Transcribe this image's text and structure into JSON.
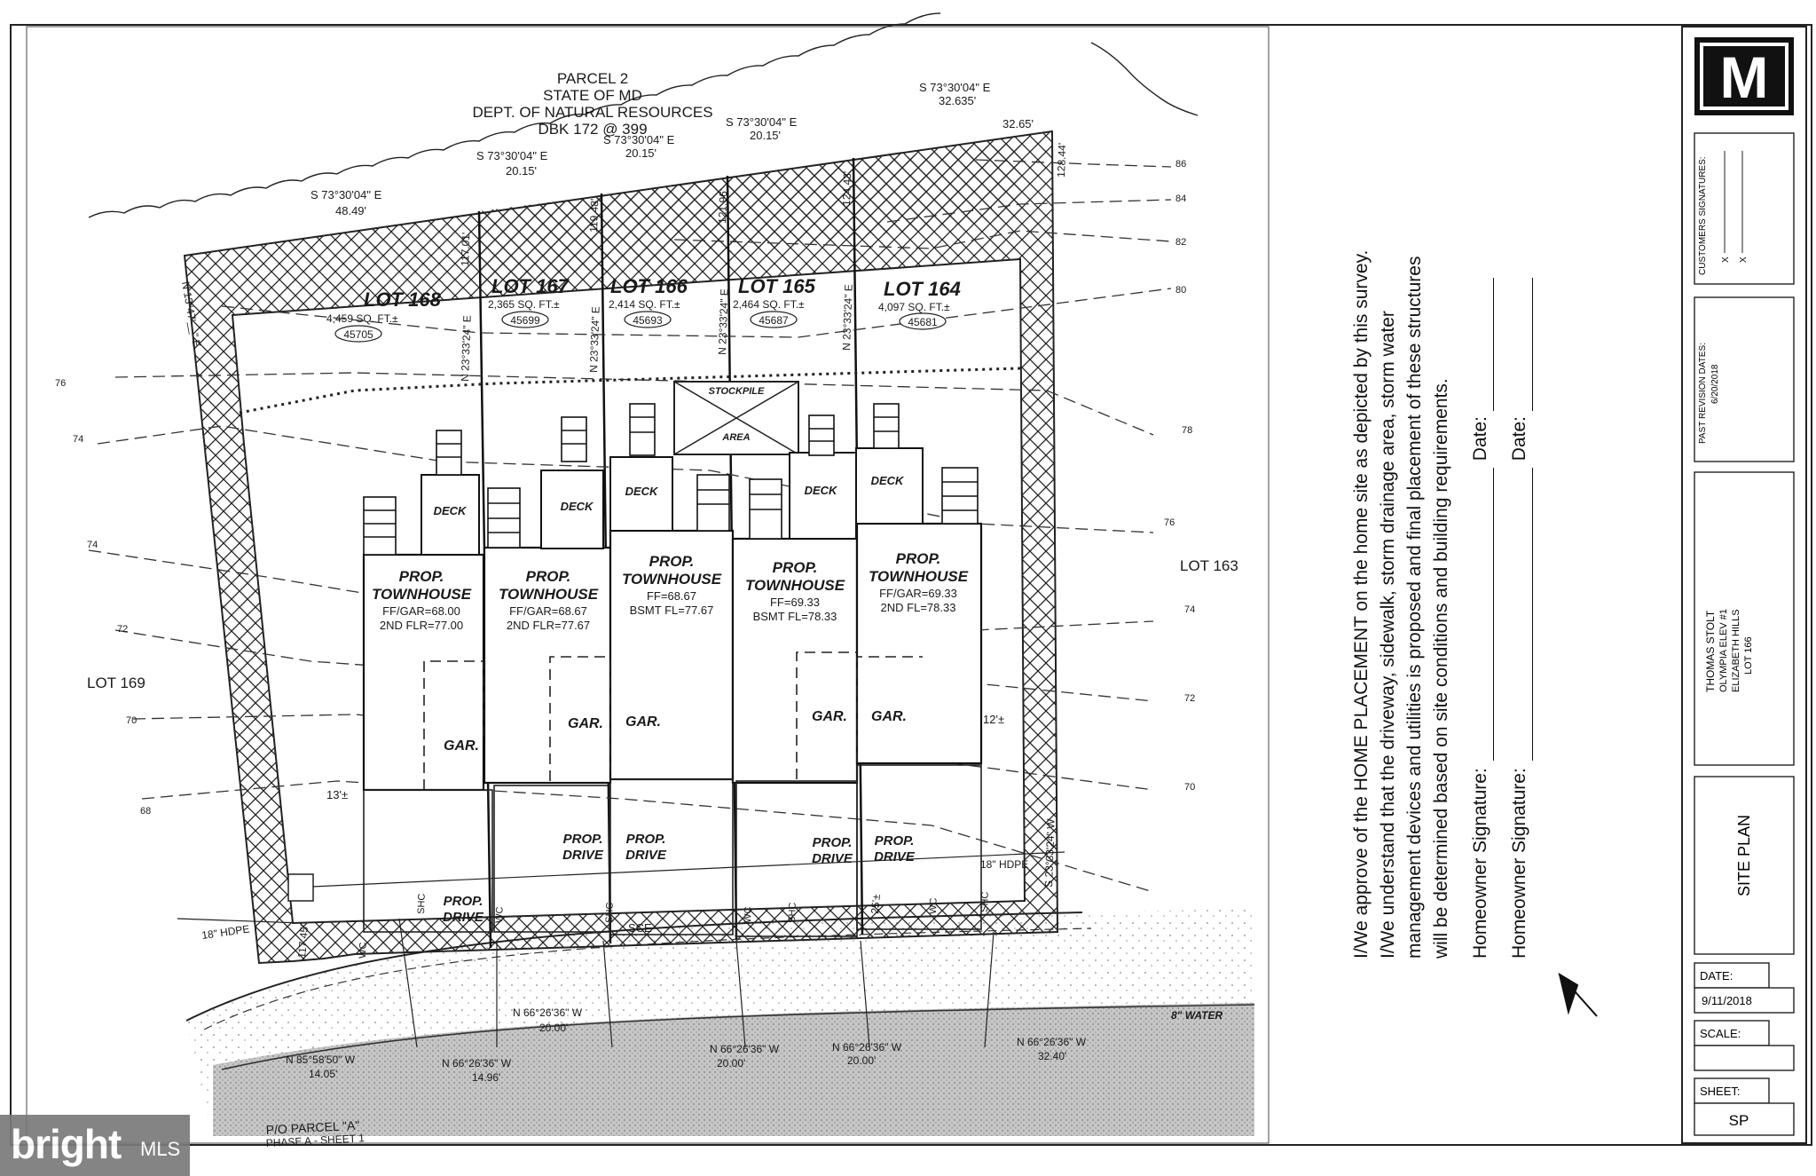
{
  "parcel_note": [
    "PARCEL 2",
    "STATE OF MD",
    "DEPT. OF NATURAL RESOURCES",
    "DBK 172 @ 399"
  ],
  "bearings": {
    "b1": "S 73°30'04\" E",
    "b1d": "48.49'",
    "b2": "S 73°30'04\" E",
    "b2d": "20.15'",
    "b3": "S 73°30'04\" E",
    "b3d": "20.15'",
    "b4": "S 73°30'04\" E",
    "b4d": "20.15'",
    "b5": "S 73°30'04\" E",
    "b5d": "32.635'",
    "top_right": "32.65'",
    "west_side": "N 13°47'__\" E",
    "east_side": "S 23°33'24\" W",
    "east_len": "128.44'",
    "west_len": "117.45'",
    "div1": "N 23°33'24\" E",
    "div1_len": "117.01'",
    "div2": "N 23°33'24\" E",
    "div2_len": "119.48'",
    "div3": "N 23°33'24\" E",
    "div3_len": "121.96'",
    "div4": "N 23°33'24\" E",
    "div4_len": "124.43'",
    "front1": "N 85°58'50\" W",
    "front1d": "14.05'",
    "front2": "N 66°26'36\" W",
    "front2d": "14.96'",
    "front3": "N 66°26'36\" W",
    "front3d": "20.00'",
    "front4": "N 66°26'36\" W",
    "front4d": "20.00'",
    "front5": "N 66°26'36\" W",
    "front5d": "20.00'",
    "front6": "N 66°26'36\" W",
    "front6d": "32.40'"
  },
  "lots": [
    {
      "name": "LOT 168",
      "area": "4,459 SQ. FT.±",
      "addr": "45705"
    },
    {
      "name": "LOT 167",
      "area": "2,365 SQ. FT.±",
      "addr": "45699"
    },
    {
      "name": "LOT 166",
      "area": "2,414 SQ. FT.±",
      "addr": "45693"
    },
    {
      "name": "LOT 165",
      "area": "2,464 SQ. FT.±",
      "addr": "45687"
    },
    {
      "name": "LOT 164",
      "area": "4,097 SQ. FT.±",
      "addr": "45681"
    }
  ],
  "townhouses": [
    {
      "title1": "PROP.",
      "title2": "TOWNHOUSE",
      "l1": "FF/GAR=68.00",
      "l2": "2ND FLR=77.00"
    },
    {
      "title1": "PROP.",
      "title2": "TOWNHOUSE",
      "l1": "FF/GAR=68.67",
      "l2": "2ND FLR=77.67"
    },
    {
      "title1": "PROP.",
      "title2": "TOWNHOUSE",
      "l1": "FF=68.67",
      "l2": "BSMT FL=77.67"
    },
    {
      "title1": "PROP.",
      "title2": "TOWNHOUSE",
      "l1": "FF=69.33",
      "l2": "BSMT FL=78.33"
    },
    {
      "title1": "PROP.",
      "title2": "TOWNHOUSE",
      "l1": "FF/GAR=69.33",
      "l2": "2ND FL=78.33"
    }
  ],
  "labels": {
    "deck": "DECK",
    "gar": "GAR.",
    "prop": "PROP.",
    "drive": "DRIVE",
    "stockpile": "STOCKPILE",
    "area": "AREA",
    "lot163": "LOT 163",
    "lot169": "LOT 169",
    "hdpe": "18\" HDPE",
    "water": "8\" WATER",
    "sce": "SCE",
    "wc": "WC",
    "shc": "SHC",
    "dim13": "13'±",
    "dim12": "12'±",
    "dim25": "25'±",
    "parcel_a1": "P/O PARCEL \"A\"",
    "parcel_a2": "PHASE A - SHEET 1",
    "cont": [
      "86",
      "84",
      "82",
      "80",
      "78",
      "76",
      "74",
      "72",
      "70",
      "76",
      "74",
      "74",
      "72",
      "70",
      "68"
    ]
  },
  "approval": {
    "line1": "I/We approve of the HOME PLACEMENT on the home site as depicted by this survey.",
    "line2": "I/We understand that the driveway, sidewalk, storm drainage area, storm water",
    "line3": "management devices and utilities is proposed and final placement of these structures",
    "line4": "will be determined based on site conditions and building requirements.",
    "sig1": "Homeowner Signature:",
    "sig2": "Homeowner Signature:",
    "date": "Date:"
  },
  "title_block": {
    "logo": "M",
    "customers_signatures": "CUSTOMERS SIGNATURES:",
    "x1": "X",
    "x2": "X",
    "past_revision_dates": "PAST REVISION DATES:",
    "revision_date": "6/20/2018",
    "client": "THOMAS STOLT",
    "model": "OLYMPIA ELEV #1",
    "subdivision": "ELIZABETH HILLS",
    "lot": "LOT 166",
    "sheet_title": "SITE PLAN",
    "date_label": "DATE:",
    "date_value": "9/11/2018",
    "scale_label": "SCALE:",
    "sheet_label": "SHEET:",
    "sheet_value": "SP"
  },
  "watermark": {
    "brand": "bright",
    "suffix": "MLS"
  }
}
